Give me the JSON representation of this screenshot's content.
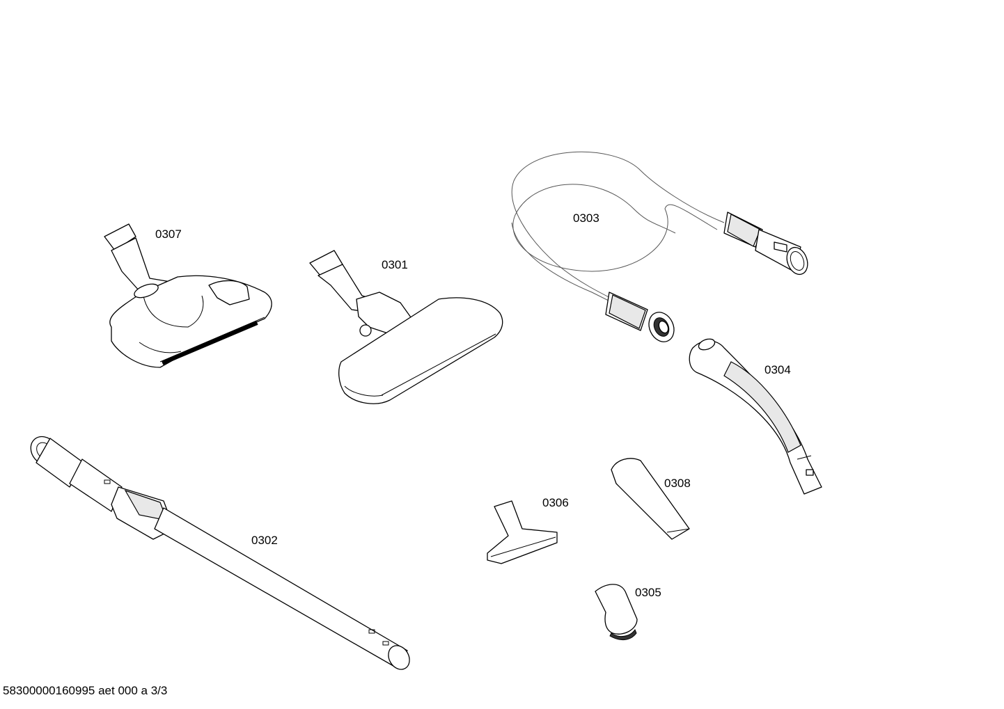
{
  "diagram": {
    "parts": [
      {
        "id": "0307",
        "label": "0307",
        "icon": "floor-nozzle-combi-icon"
      },
      {
        "id": "0301",
        "label": "0301",
        "icon": "floor-nozzle-flat-icon"
      },
      {
        "id": "0303",
        "label": "0303",
        "icon": "suction-hose-icon"
      },
      {
        "id": "0304",
        "label": "0304",
        "icon": "hose-handle-icon"
      },
      {
        "id": "0302",
        "label": "0302",
        "icon": "telescopic-tube-icon"
      },
      {
        "id": "0306",
        "label": "0306",
        "icon": "upholstery-nozzle-icon"
      },
      {
        "id": "0308",
        "label": "0308",
        "icon": "crevice-nozzle-icon"
      },
      {
        "id": "0305",
        "label": "0305",
        "icon": "brush-nozzle-icon"
      }
    ],
    "footer": "58300000160995 aet 000 a 3/3"
  }
}
